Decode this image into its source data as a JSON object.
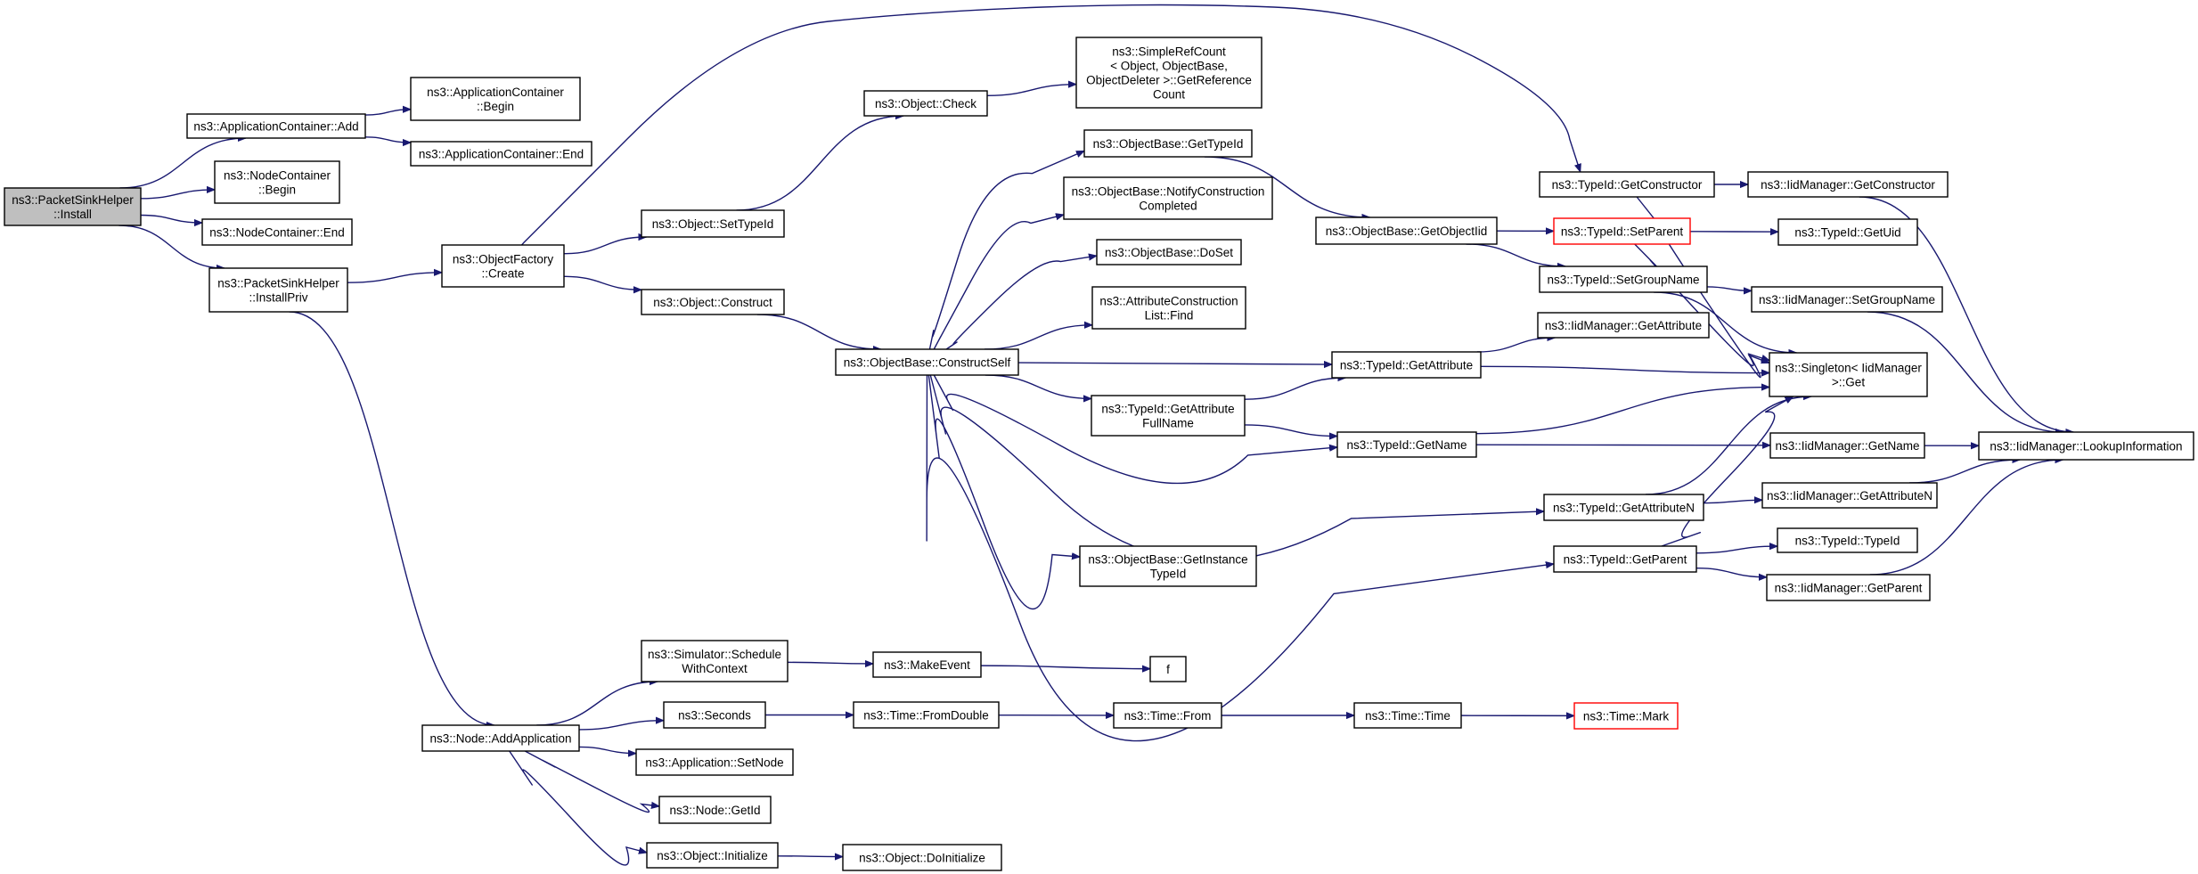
{
  "graph": {
    "title": "",
    "colors": {
      "edge": "#191970",
      "node_border": "#000000",
      "root_fill": "#bfbfbf",
      "truncated_border": "#ff0000"
    },
    "nodes": [
      {
        "id": "install",
        "lines": [
          "ns3::PacketSinkHelper",
          "::Install"
        ],
        "style": "root"
      },
      {
        "id": "appc_add",
        "lines": [
          "ns3::ApplicationContainer::Add"
        ]
      },
      {
        "id": "appc_begin",
        "lines": [
          "ns3::ApplicationContainer",
          "::Begin"
        ]
      },
      {
        "id": "appc_end",
        "lines": [
          "ns3::ApplicationContainer::End"
        ]
      },
      {
        "id": "nodec_begin",
        "lines": [
          "ns3::NodeContainer",
          "::Begin"
        ]
      },
      {
        "id": "nodec_end",
        "lines": [
          "ns3::NodeContainer::End"
        ]
      },
      {
        "id": "installpriv",
        "lines": [
          "ns3::PacketSinkHelper",
          "::InstallPriv"
        ]
      },
      {
        "id": "objfactory",
        "lines": [
          "ns3::ObjectFactory",
          "::Create"
        ]
      },
      {
        "id": "setTypeId",
        "lines": [
          "ns3::Object::SetTypeId"
        ]
      },
      {
        "id": "construct",
        "lines": [
          "ns3::Object::Construct"
        ]
      },
      {
        "id": "check",
        "lines": [
          "ns3::Object::Check"
        ]
      },
      {
        "id": "refcount",
        "lines": [
          "ns3::SimpleRefCount",
          "< Object, ObjectBase,",
          "ObjectDeleter >::GetReference",
          "Count"
        ]
      },
      {
        "id": "constructSelf",
        "lines": [
          "ns3::ObjectBase::ConstructSelf"
        ]
      },
      {
        "id": "obGetTypeId",
        "lines": [
          "ns3::ObjectBase::GetTypeId"
        ]
      },
      {
        "id": "notify",
        "lines": [
          "ns3::ObjectBase::NotifyConstruction",
          "Completed"
        ]
      },
      {
        "id": "doset",
        "lines": [
          "ns3::ObjectBase::DoSet"
        ]
      },
      {
        "id": "attrFind",
        "lines": [
          "ns3::AttributeConstruction",
          "List::Find"
        ]
      },
      {
        "id": "attrFullName",
        "lines": [
          "ns3::TypeId::GetAttribute",
          "FullName"
        ]
      },
      {
        "id": "getInstance",
        "lines": [
          "ns3::ObjectBase::GetInstance",
          "TypeId"
        ]
      },
      {
        "id": "getObjectIid",
        "lines": [
          "ns3::ObjectBase::GetObjectIid"
        ]
      },
      {
        "id": "tGetAttribute",
        "lines": [
          "ns3::TypeId::GetAttribute"
        ]
      },
      {
        "id": "tGetName",
        "lines": [
          "ns3::TypeId::GetName"
        ]
      },
      {
        "id": "tGetConstructor",
        "lines": [
          "ns3::TypeId::GetConstructor"
        ]
      },
      {
        "id": "tSetParent",
        "lines": [
          "ns3::TypeId::SetParent"
        ],
        "style": "truncated"
      },
      {
        "id": "tSetGroupName",
        "lines": [
          "ns3::TypeId::SetGroupName"
        ]
      },
      {
        "id": "tGetAttributeN",
        "lines": [
          "ns3::TypeId::GetAttributeN"
        ]
      },
      {
        "id": "tGetParent",
        "lines": [
          "ns3::TypeId::GetParent"
        ]
      },
      {
        "id": "iidGetAttribute",
        "lines": [
          "ns3::IidManager::GetAttribute"
        ]
      },
      {
        "id": "iidGetConstructor",
        "lines": [
          "ns3::IidManager::GetConstructor"
        ]
      },
      {
        "id": "tGetUid",
        "lines": [
          "ns3::TypeId::GetUid"
        ]
      },
      {
        "id": "iidSetGroupName",
        "lines": [
          "ns3::IidManager::SetGroupName"
        ]
      },
      {
        "id": "singleton",
        "lines": [
          "ns3::Singleton< IidManager",
          ">::Get"
        ]
      },
      {
        "id": "iidGetName",
        "lines": [
          "ns3::IidManager::GetName"
        ]
      },
      {
        "id": "iidGetAttributeN",
        "lines": [
          "ns3::IidManager::GetAttributeN"
        ]
      },
      {
        "id": "tTypeId",
        "lines": [
          "ns3::TypeId::TypeId"
        ]
      },
      {
        "id": "iidGetParent",
        "lines": [
          "ns3::IidManager::GetParent"
        ]
      },
      {
        "id": "lookup",
        "lines": [
          "ns3::IidManager::LookupInformation"
        ]
      },
      {
        "id": "addApp",
        "lines": [
          "ns3::Node::AddApplication"
        ]
      },
      {
        "id": "schedule",
        "lines": [
          "ns3::Simulator::Schedule",
          "WithContext"
        ]
      },
      {
        "id": "seconds",
        "lines": [
          "ns3::Seconds"
        ]
      },
      {
        "id": "setNode",
        "lines": [
          "ns3::Application::SetNode"
        ]
      },
      {
        "id": "nodeGetId",
        "lines": [
          "ns3::Node::GetId"
        ]
      },
      {
        "id": "objInit",
        "lines": [
          "ns3::Object::Initialize"
        ]
      },
      {
        "id": "makeEvent",
        "lines": [
          "ns3::MakeEvent"
        ]
      },
      {
        "id": "f",
        "lines": [
          "f"
        ]
      },
      {
        "id": "fromDouble",
        "lines": [
          "ns3::Time::FromDouble"
        ]
      },
      {
        "id": "timeFrom",
        "lines": [
          "ns3::Time::From"
        ]
      },
      {
        "id": "timeTime",
        "lines": [
          "ns3::Time::Time"
        ]
      },
      {
        "id": "timeMark",
        "lines": [
          "ns3::Time::Mark"
        ],
        "style": "truncated"
      },
      {
        "id": "doInit",
        "lines": [
          "ns3::Object::DoInitialize"
        ]
      }
    ],
    "edges": [
      [
        "install",
        "appc_add"
      ],
      [
        "install",
        "nodec_begin"
      ],
      [
        "install",
        "nodec_end"
      ],
      [
        "install",
        "installpriv"
      ],
      [
        "appc_add",
        "appc_begin"
      ],
      [
        "appc_add",
        "appc_end"
      ],
      [
        "installpriv",
        "objfactory"
      ],
      [
        "installpriv",
        "addApp"
      ],
      [
        "objfactory",
        "setTypeId"
      ],
      [
        "objfactory",
        "construct"
      ],
      [
        "objfactory",
        "tGetConstructor"
      ],
      [
        "setTypeId",
        "check"
      ],
      [
        "check",
        "refcount"
      ],
      [
        "construct",
        "constructSelf"
      ],
      [
        "constructSelf",
        "obGetTypeId"
      ],
      [
        "constructSelf",
        "notify"
      ],
      [
        "constructSelf",
        "doset"
      ],
      [
        "constructSelf",
        "attrFind"
      ],
      [
        "constructSelf",
        "tGetAttribute"
      ],
      [
        "constructSelf",
        "attrFullName"
      ],
      [
        "constructSelf",
        "tGetName"
      ],
      [
        "constructSelf",
        "tGetAttributeN"
      ],
      [
        "constructSelf",
        "getInstance"
      ],
      [
        "constructSelf",
        "tGetParent"
      ],
      [
        "obGetTypeId",
        "getObjectIid"
      ],
      [
        "getObjectIid",
        "tSetParent"
      ],
      [
        "getObjectIid",
        "tSetGroupName"
      ],
      [
        "attrFullName",
        "tGetAttribute"
      ],
      [
        "attrFullName",
        "tGetName"
      ],
      [
        "tGetConstructor",
        "iidGetConstructor"
      ],
      [
        "tGetConstructor",
        "singleton"
      ],
      [
        "tSetParent",
        "tGetUid"
      ],
      [
        "tSetParent",
        "singleton"
      ],
      [
        "tSetGroupName",
        "iidSetGroupName"
      ],
      [
        "tSetGroupName",
        "singleton"
      ],
      [
        "tGetAttribute",
        "iidGetAttribute"
      ],
      [
        "tGetAttribute",
        "singleton"
      ],
      [
        "tGetName",
        "singleton"
      ],
      [
        "tGetName",
        "iidGetName"
      ],
      [
        "tGetAttributeN",
        "singleton"
      ],
      [
        "tGetAttributeN",
        "iidGetAttributeN"
      ],
      [
        "tGetParent",
        "singleton"
      ],
      [
        "tGetParent",
        "tTypeId"
      ],
      [
        "tGetParent",
        "iidGetParent"
      ],
      [
        "iidGetConstructor",
        "lookup"
      ],
      [
        "iidSetGroupName",
        "lookup"
      ],
      [
        "iidGetName",
        "lookup"
      ],
      [
        "iidGetAttributeN",
        "lookup"
      ],
      [
        "iidGetParent",
        "lookup"
      ],
      [
        "addApp",
        "schedule"
      ],
      [
        "addApp",
        "seconds"
      ],
      [
        "addApp",
        "setNode"
      ],
      [
        "addApp",
        "nodeGetId"
      ],
      [
        "addApp",
        "objInit"
      ],
      [
        "schedule",
        "makeEvent"
      ],
      [
        "makeEvent",
        "f"
      ],
      [
        "seconds",
        "fromDouble"
      ],
      [
        "fromDouble",
        "timeFrom"
      ],
      [
        "timeFrom",
        "timeTime"
      ],
      [
        "timeTime",
        "timeMark"
      ],
      [
        "objInit",
        "doInit"
      ]
    ]
  }
}
